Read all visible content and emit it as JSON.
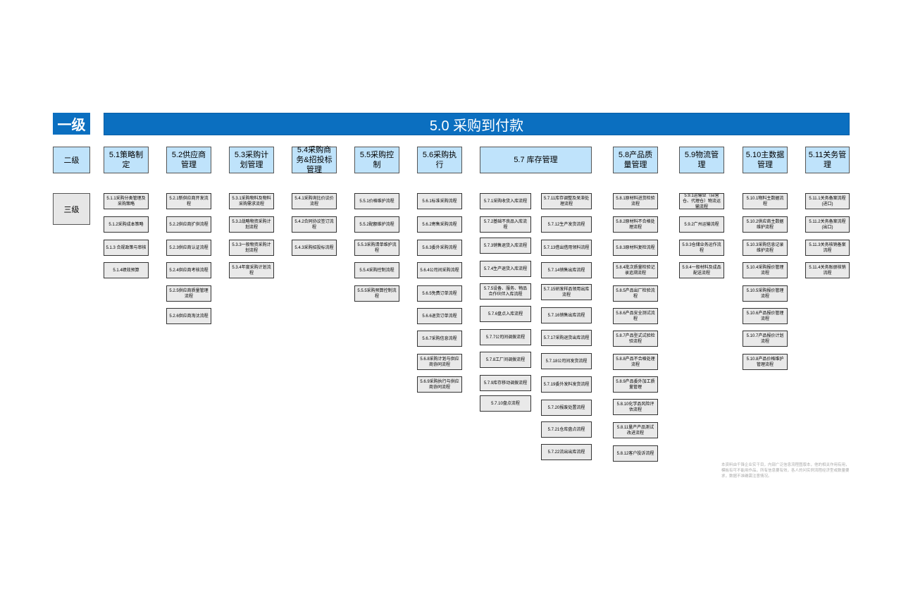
{
  "labels": {
    "level1": "一级",
    "level2": "二级",
    "level3": "三级"
  },
  "title": "5.0 采购到付款",
  "level2": [
    "5.1策略制定",
    "5.2供应商管理",
    "5.3采购计划管理",
    "5.4采购商务&招投标管理",
    "5.5采购控制",
    "5.6采购执行",
    "5.7 库存管理",
    "5.8产品质量管理",
    "5.9物流管理",
    "5.10主数据管理",
    "5.11关务管理"
  ],
  "level3": {
    "c51": [
      "5.1.1采购分类管理及采购策略",
      "5.1.2采购成本策略",
      "5.1.3 合规政策与审核",
      "5.1.4绩效预算"
    ],
    "c52": [
      "5.2.1新供应商开发流程",
      "5.2.2供应商扩供流程",
      "5.2.3供应商认证流程",
      "5.2.4供应商考核流程",
      "5.2.5供应商质量管理流程",
      "5.2.6供应商淘汰流程"
    ],
    "c53": [
      "5.3.1采购物料及物料采购需求流程",
      "5.3.2战略物资采购计划流程",
      "5.3.3一般物资采购计划流程",
      "5.3.4年度采购计划流程"
    ],
    "c54": [
      "5.4.1采购询比价议价流程",
      "5.4.2合同协议签订流程",
      "5.4.3采购招投标流程"
    ],
    "c55": [
      "5.5.1价格维护流程",
      "5.5.2配额维护流程",
      "5.5.3采购清单维护流程",
      "5.5.4采购控制流程",
      "5.5.5采购预算控制流程"
    ],
    "c56": [
      "5.6.1标准采购流程",
      "5.6.2寄售采购流程",
      "5.6.3委外采购流程",
      "5.6.4公司间采购流程",
      "5.6.5免费订单流程",
      "5.6.6退货订单流程",
      "5.6.7采购信息流程",
      "5.6.8采购计划与供应商协同流程",
      "5.6.9采购执行与供应商协同流程"
    ],
    "c57a": [
      "5.7.1采购收货入库流程",
      "5.7.2基础不良品入库流程",
      "5.7.3销售退货入库流程",
      "5.7.4生产退货入库流程",
      "5.7.5设备、服务、物品合作伙伴入库流程",
      "5.7.6盘点入库流程",
      "5.7.7公司间调拨流程",
      "5.7.8工厂间调拨流程",
      "5.7.9库存移动调拨流程",
      "5.7.10盘点流程"
    ],
    "c57b": [
      "5.7.11库存调整及呆滞处理流程",
      "5.7.12生产发货流程",
      "5.7.13借出借用领料流程",
      "5.7.14销售出库流程",
      "5.7.15研发样品领用出库流程",
      "5.7.16销售出库流程",
      "5.7.17采购退货出库流程",
      "5.7.18公司间发货流程",
      "5.7.19委外发料发货流程",
      "5.7.20报废处置流程",
      "5.7.21仓库盘点流程",
      "5.7.22流出出库流程"
    ],
    "c58": [
      "5.8.1原材料进货检验流程",
      "5.8.2原材料不合格处理流程",
      "5.8.3原材料复检流程",
      "5.8.4批次质量检验记录追溯流程",
      "5.8.5产品出厂检验流程",
      "5.8.6产品安全测试流程",
      "5.8.7产品型式试验检验流程",
      "5.8.8产品不合格处理流程",
      "5.8.9产品委外加工质量管理",
      "5.8.10化学品风险评估流程",
      "5.8.11量产产品测试改进流程",
      "5.8.12客户投诉流程"
    ],
    "c59": [
      "5.9.1运输业（自营仓、代理仓）物流运输流程",
      "5.9.2广州运输流程",
      "5.9.3仓储业务运作流程",
      "5.9.4一般材料及成品配送流程"
    ],
    "c510": [
      "5.10.1物料主数据流程",
      "5.10.2供应商主数据维护流程",
      "5.10.3采购信息记录维护流程",
      "5.10.4采购报价管理流程",
      "5.10.5采购报价管理流程",
      "5.10.6产品报价管理流程",
      "5.10.7产品报价计划流程",
      "5.10.8产品价格维护管理流程"
    ],
    "c511": [
      "5.11.1关务备案流程(进口)",
      "5.11.2关务备案流程(出口)",
      "5.11.3关务核销备案流程",
      "5.11.4关务账册核销流程"
    ]
  },
  "note": "本资料由千锋企业实干目，内部广泛信息流程图版本，他的相关作用有用，模板有可不能用作品，所有信息要有效，各人的问实例流程经济型或数量要求，数据不准确需注意情况。"
}
